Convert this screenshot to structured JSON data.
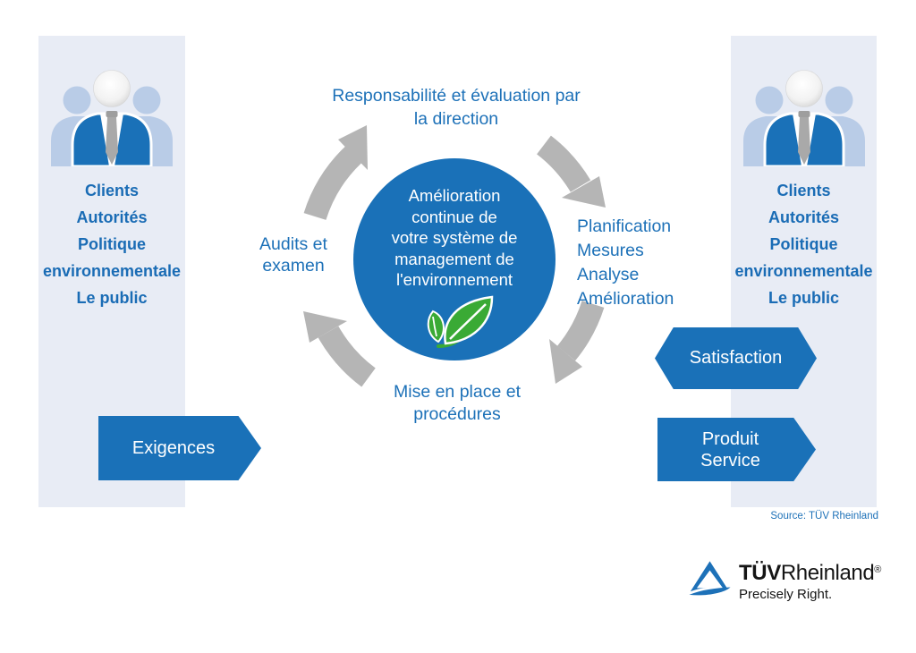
{
  "colors": {
    "shape_blue": "#1a71b8",
    "text_blue": "#1d71b8",
    "panel_background": "#e8ecf5",
    "people_light_blue": "#b9cce7",
    "cycle_arrow_gray": "#b5b5b5",
    "leaf_green": "#3aaa35",
    "logo_black": "#151515"
  },
  "stakeholders_left": {
    "items": [
      "Clients",
      "Autorités",
      "Politique environnementale",
      "Le public"
    ]
  },
  "stakeholders_right": {
    "items": [
      "Clients",
      "Autorités",
      "Politique environnementale",
      "Le public"
    ]
  },
  "cycle": {
    "center_circle_lines": [
      "Amélioration",
      "continue de",
      "votre système de",
      "management de",
      "l'environnement"
    ],
    "top_label_lines": [
      "Responsabilité et évaluation par",
      "la direction"
    ],
    "left_label_lines": [
      "Audits et",
      "examen"
    ],
    "right_label_lines": [
      "Planification",
      "Mesures",
      "Analyse",
      "Amélioration"
    ],
    "bottom_label_lines": [
      "Mise en place et",
      "procédures"
    ]
  },
  "flow_arrows": {
    "exigences_label": "Exigences",
    "satisfaction_label": "Satisfaction",
    "produit_service_lines": [
      "Produit",
      "Service"
    ]
  },
  "source_note": "Source: TÜV Rheinland",
  "logo": {
    "brand_bold": "TÜV",
    "brand_regular": "Rheinland",
    "registered_mark": "®",
    "tagline": "Precisely Right."
  }
}
